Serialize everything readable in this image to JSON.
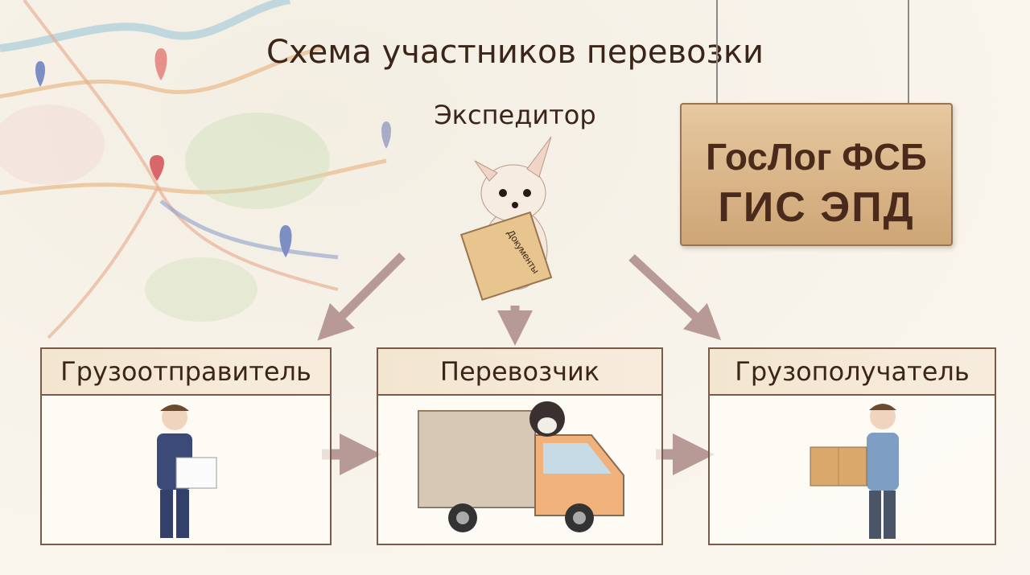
{
  "title": "Схема участников перевозки",
  "forwarder": {
    "label": "Экспедитор",
    "folder_text": "Документы"
  },
  "sign": {
    "line1": "ГосЛог ФСБ",
    "line2": "ГИС ЭПД"
  },
  "participants": [
    {
      "label": "Грузоотправитель"
    },
    {
      "label": "Перевозчик"
    },
    {
      "label": "Грузополучатель"
    }
  ],
  "colors": {
    "text": "#3b2418",
    "arrow": "#b79a95",
    "box_border": "#7a5a48",
    "sign": "#d8b386"
  }
}
